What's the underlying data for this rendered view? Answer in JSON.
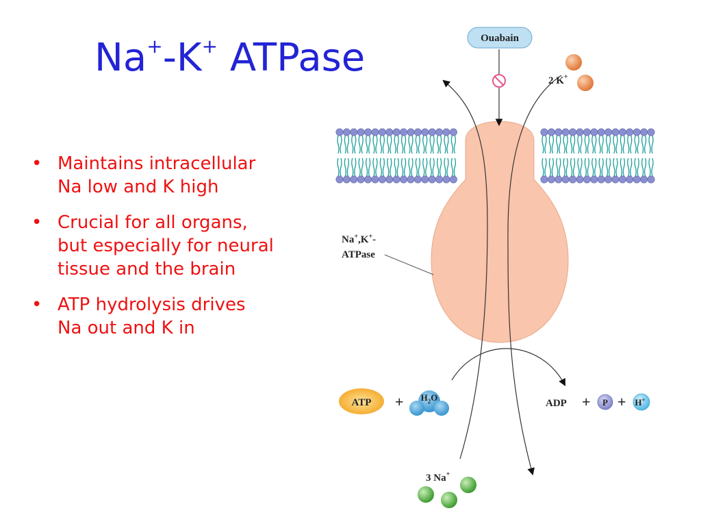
{
  "title": {
    "prefix": "Na",
    "sup1": "+",
    "middle": "-K",
    "sup2": "+",
    "suffix": " ATPase"
  },
  "bullets": [
    {
      "text": "Maintains intracellular\nNa low and K high"
    },
    {
      "text": "Crucial for all organs,\nbut especially for neural\ntissue and the brain"
    },
    {
      "text": "ATP hydrolysis drives\nNa out and K in"
    }
  ],
  "diagram": {
    "inhibitor": "Ouabain",
    "k_label": {
      "count": "2 K",
      "sup": "+"
    },
    "na_label": {
      "count": "3 Na",
      "sup": "+"
    },
    "enzyme_label": {
      "line1": "Na",
      "line1_sup1": "+",
      "line1_mid": ",K",
      "line1_sup2": "+",
      "line1_end": "-",
      "line2": "ATPase"
    },
    "atp": "ATP",
    "plus": "+",
    "water": {
      "h": "H",
      "sub": "2",
      "o": "O"
    },
    "adp": "ADP",
    "phosphate": "P",
    "proton": {
      "h": "H",
      "sup": "+"
    },
    "colors": {
      "title": "#2323d6",
      "bullets": "#ee1111",
      "enzyme": "#f9c5ac",
      "membrane_head": "#8a8fd0",
      "membrane_tail": "#1b9f99",
      "potassium": "#e6894e",
      "sodium": "#5dbb4c",
      "water": "#4aa3d8",
      "atp": "#f7b12c",
      "phosphate": "#8c8fd2",
      "proton": "#6ac7ec",
      "ouabain": "#bfe0f2"
    }
  }
}
